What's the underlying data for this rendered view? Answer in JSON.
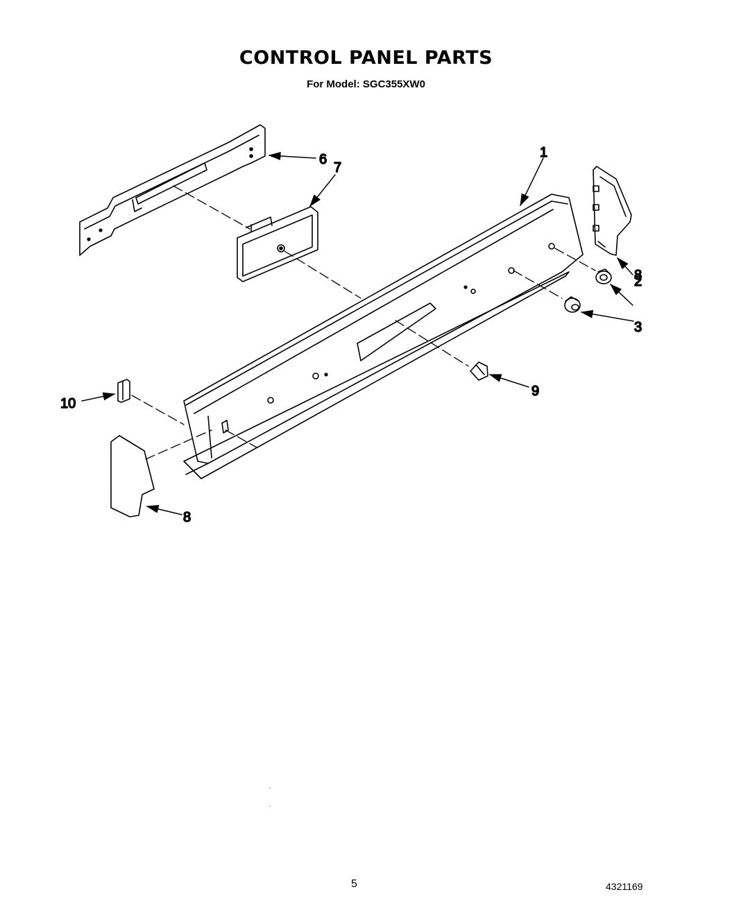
{
  "header": {
    "title": "CONTROL PANEL PARTS",
    "model_label": "For Model:",
    "model_number": "SGC355XW0"
  },
  "callouts": [
    "1",
    "2",
    "3",
    "6",
    "7",
    "8",
    "8",
    "9",
    "10"
  ],
  "footer": {
    "page_number": "5",
    "document_number": "4321169"
  }
}
